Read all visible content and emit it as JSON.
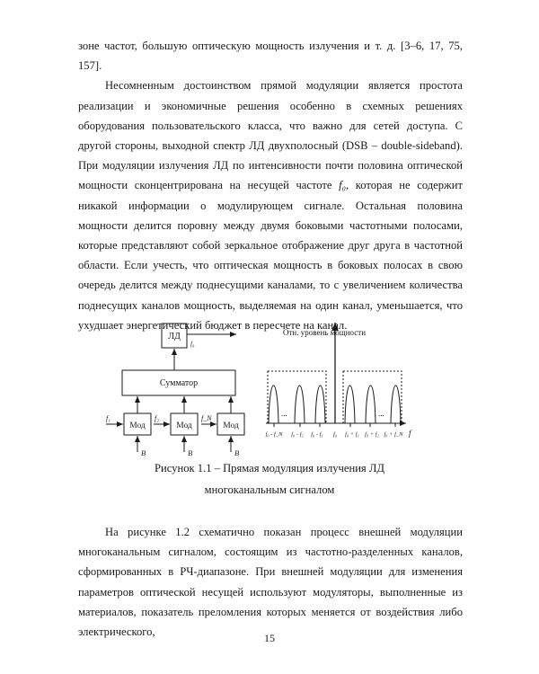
{
  "paragraph1": {
    "line_first": "зоне частот, большую оптическую мощность излучения и т. д. [3–6, 17, 75, 157].",
    "text_before_symbol": "Несомненным достоинством прямой модуляции является простота реализации и экономичные решения особенно в схемных решениях оборудования пользовательского класса, что важно для сетей доступа. С другой стороны, выходной спектр ЛД двухполосный (DSB – double-sideband). При модуляции излучения ЛД по интенсивности почти половина оптической мощности сконцентрирована на несущей частоте ",
    "symbol": "f₀",
    "text_after_symbol": ", которая не содержит никакой информации о модулирующем сигнале. Остальная половина мощности делится поровну между двумя боковыми частотными полосами, которые представляют собой зеркальное отображение друг друга в частотной области. Если учесть, что оптическая мощность в боковых полосах в свою очередь делится между поднесущими каналами, то с увеличением количества поднесущих каналов мощность, выделяемая на один канал, уменьшается, что ухудшает энергетический бюджет в пересчете на канал."
  },
  "figure": {
    "block_diagram": {
      "ld_label": "ЛД",
      "ld_output": "f₀",
      "summator_label": "Сумматор",
      "modulators": [
        {
          "label": "Мод",
          "input": "f₁",
          "signal": "B"
        },
        {
          "label": "Мод",
          "input": "f₂",
          "signal": "B"
        },
        {
          "label": "Мод",
          "input": "f_N",
          "signal": "B"
        }
      ]
    },
    "spectrum": {
      "ylabel": "Отн. уровень мощности",
      "xlabel": "f",
      "ellipsis": "...",
      "ticks": [
        "f₀ - f_N",
        "f₀ - f₂",
        "f₀ - f₁",
        "f₀",
        "f₀ + f₁",
        "f₀ + f₂",
        "f₀ + f_N"
      ]
    },
    "caption_line1": "Рисунок 1.1 – Прямая модуляция излучения ЛД",
    "caption_line2": "многоканальным сигналом"
  },
  "paragraph2": {
    "text": "На рисунке 1.2 схематично показан процесс внешней модуляции многоканальным сигналом, состоящим из частотно-разделенных каналов, сформированных в РЧ-диапазоне. При внешней модуляции для изменения параметров оптической несущей используют модуляторы, выполненные из материалов, показатель преломления которых меняется от воздействия либо электрического,"
  },
  "page_number": "15"
}
